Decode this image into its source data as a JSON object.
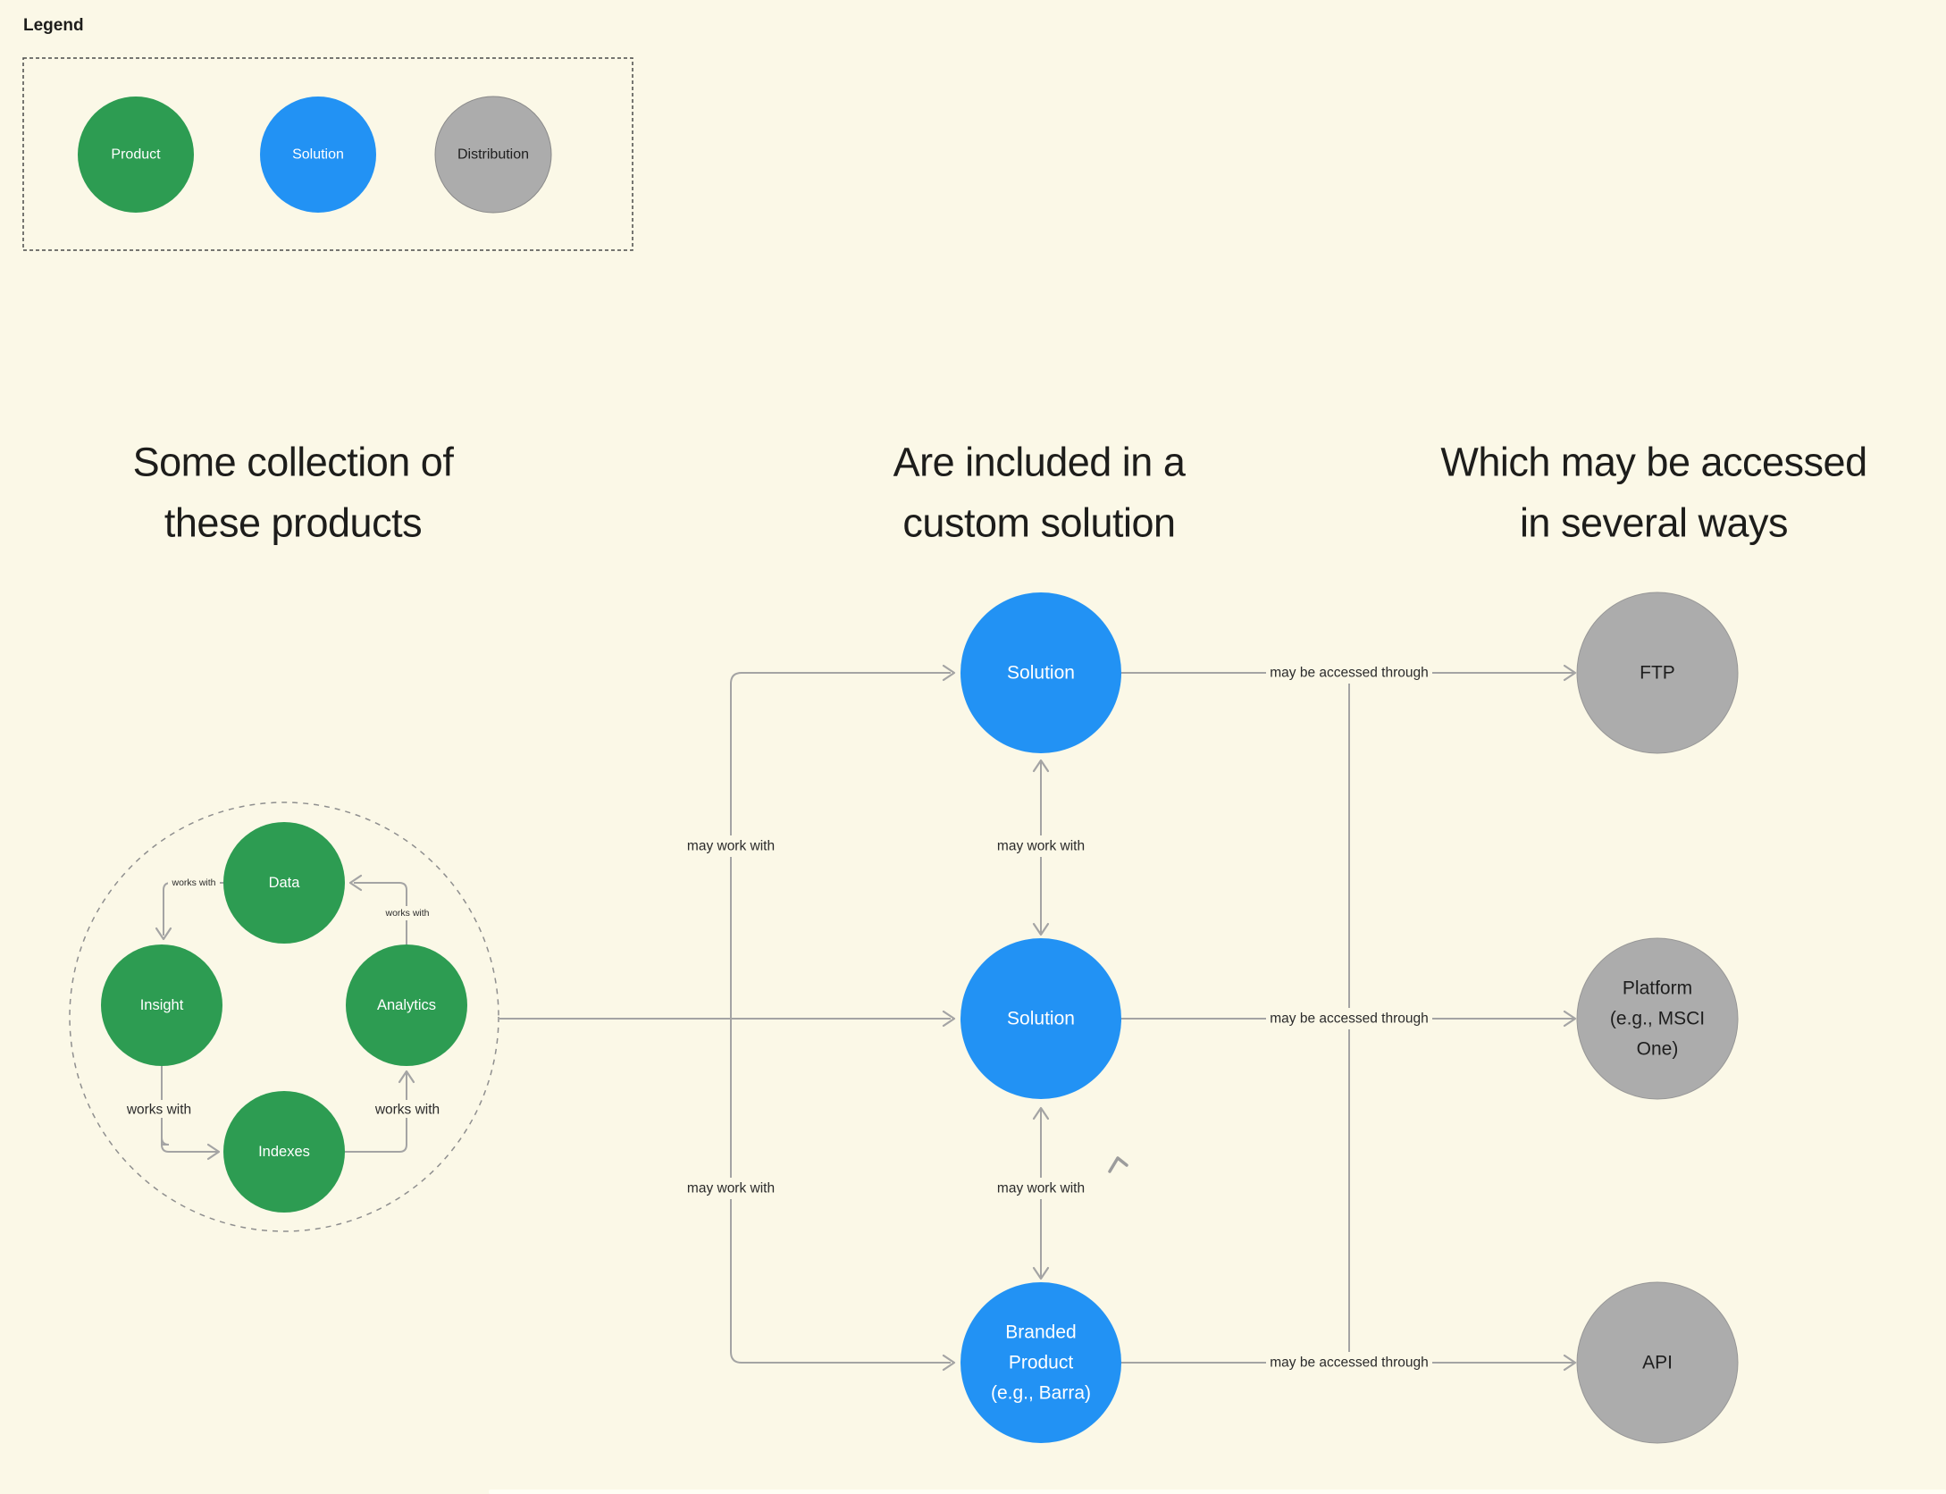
{
  "canvas": {
    "bg": "#FBF8E7"
  },
  "colors": {
    "product_green": "#2D9C52",
    "solution_blue": "#2292F4",
    "distribution_gray": "#ACACAC",
    "line_gray": "#A4A4A4",
    "text_dark": "#1D1D1B"
  },
  "legend": {
    "title": "Legend",
    "items": [
      {
        "label": "Product",
        "type": "product",
        "color": "#2D9C52"
      },
      {
        "label": "Solution",
        "type": "solution",
        "color": "#2292F4"
      },
      {
        "label": "Distribution",
        "type": "distribution",
        "color": "#ACACAC"
      }
    ]
  },
  "headers": [
    {
      "lines": [
        "Some collection of",
        "these products"
      ]
    },
    {
      "lines": [
        "Are included in a",
        "custom solution"
      ]
    },
    {
      "lines": [
        "Which may be accessed",
        "in several ways"
      ]
    }
  ],
  "labels": {
    "works_with": "works with",
    "may_work_with": "may work with",
    "may_be_accessed_through": "may be accessed through"
  },
  "product_cluster": {
    "nodes": [
      {
        "label": "Data"
      },
      {
        "label": "Insight"
      },
      {
        "label": "Analytics"
      },
      {
        "label": "Indexes"
      }
    ],
    "edges": [
      {
        "from": "Data",
        "to": "Insight",
        "label": "works with"
      },
      {
        "from": "Analytics",
        "to": "Data",
        "label": "works with"
      },
      {
        "from": "Insight",
        "to": "Indexes",
        "label": "works with"
      },
      {
        "from": "Indexes",
        "to": "Analytics",
        "label": "works with"
      }
    ]
  },
  "solutions": [
    {
      "lines": [
        "Solution"
      ]
    },
    {
      "lines": [
        "Solution"
      ]
    },
    {
      "lines": [
        "Branded",
        "Product",
        "(e.g., Barra)"
      ]
    }
  ],
  "distribution": [
    {
      "lines": [
        "FTP"
      ]
    },
    {
      "lines": [
        "Platform",
        "(e.g., MSCI",
        "One)"
      ]
    },
    {
      "lines": [
        "API"
      ]
    }
  ],
  "flow_edges": [
    {
      "from": "product-cluster",
      "to": "solution-middle",
      "label": ""
    },
    {
      "from": "product-cluster",
      "to": "solution-top",
      "label": "may work with"
    },
    {
      "from": "product-cluster",
      "to": "branded-product",
      "label": "may work with"
    },
    {
      "from": "solution-top",
      "to": "solution-middle",
      "label": "may work with",
      "bidirectional": true
    },
    {
      "from": "solution-middle",
      "to": "branded-product",
      "label": "may work with",
      "bidirectional": true
    },
    {
      "from": "solution-top",
      "to": "ftp",
      "label": "may be accessed through"
    },
    {
      "from": "solution-middle",
      "to": "platform",
      "label": "may be accessed through"
    },
    {
      "from": "branded-product",
      "to": "api",
      "label": "may be accessed through"
    }
  ]
}
